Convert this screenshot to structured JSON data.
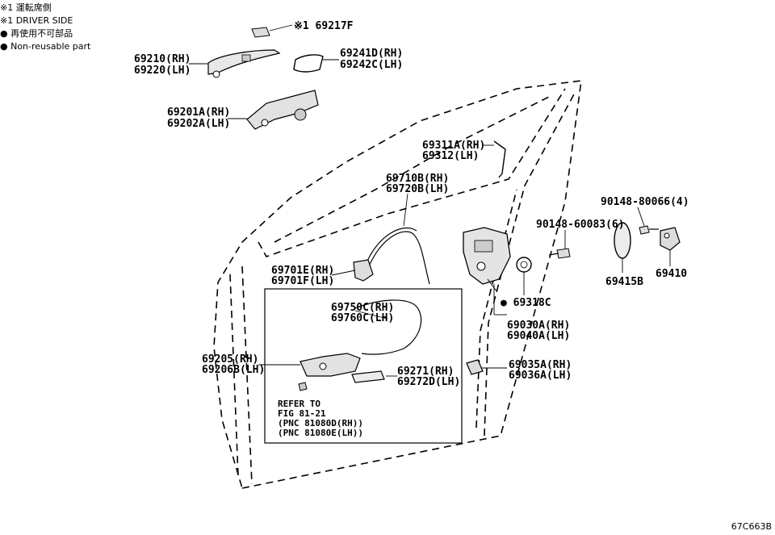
{
  "legend": {
    "line1": "※1 運転席側",
    "line2": "※1 DRIVER SIDE",
    "line3": "● 再使用不可部品",
    "line4": "● Non-reusable part"
  },
  "labels": {
    "p69217f": "※1 69217F",
    "p69210": "69210(RH)",
    "p69220": "69220(LH)",
    "p69241d": "69241D(RH)",
    "p69242c": "69242C(LH)",
    "p69201a": "69201A(RH)",
    "p69202a": "69202A(LH)",
    "p69311a": "69311A(RH)",
    "p69312": "69312(LH)",
    "p69710b": "69710B(RH)",
    "p69720b": "69720B(LH)",
    "p90148_80066": "90148-80066(4)",
    "p90148_60083": "90148-60083(6)",
    "p69415b": "69415B",
    "p69410": "69410",
    "p69701e": "69701E(RH)",
    "p69701f": "69701F(LH)",
    "p69318c": "● 69318C",
    "p69750c": "69750C(RH)",
    "p69760c": "69760C(LH)",
    "p69030a": "69030A(RH)",
    "p69040a": "69040A(LH)",
    "p69205": "69205(RH)",
    "p69206b": "69206B(LH)",
    "p69271": "69271(RH)",
    "p69272d": "69272D(LH)",
    "p69035a": "69035A(RH)",
    "p69036a": "69036A(LH)"
  },
  "refer_note": {
    "line1": "REFER TO",
    "line2": "FIG 81-21",
    "line3": "(PNC 81080D(RH))",
    "line4": "(PNC 81080E(LH))"
  },
  "figure_code": "67C663B"
}
